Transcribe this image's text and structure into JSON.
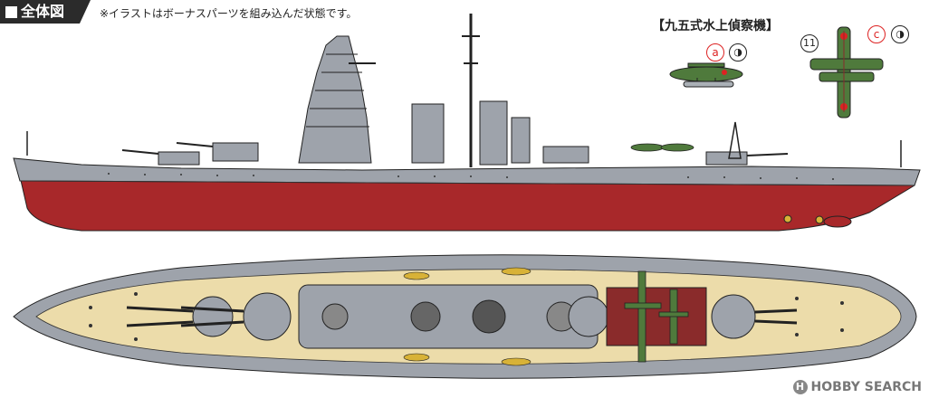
{
  "header": {
    "title": "全体図",
    "note": "※イラストはボーナスパーツを組み込んだ状態です。"
  },
  "plane": {
    "label": "【九五式水上偵察機】",
    "marker_a": "a",
    "marker_c": "c",
    "marker_11": "11"
  },
  "watermark": {
    "text": "HOBBY SEARCH",
    "badge": "H"
  },
  "colors": {
    "hull_red": "#a8282a",
    "hull_gray": "#9ea3ab",
    "deck_tan": "#ecdcaa",
    "plane_green": "#4f7a3c"
  }
}
